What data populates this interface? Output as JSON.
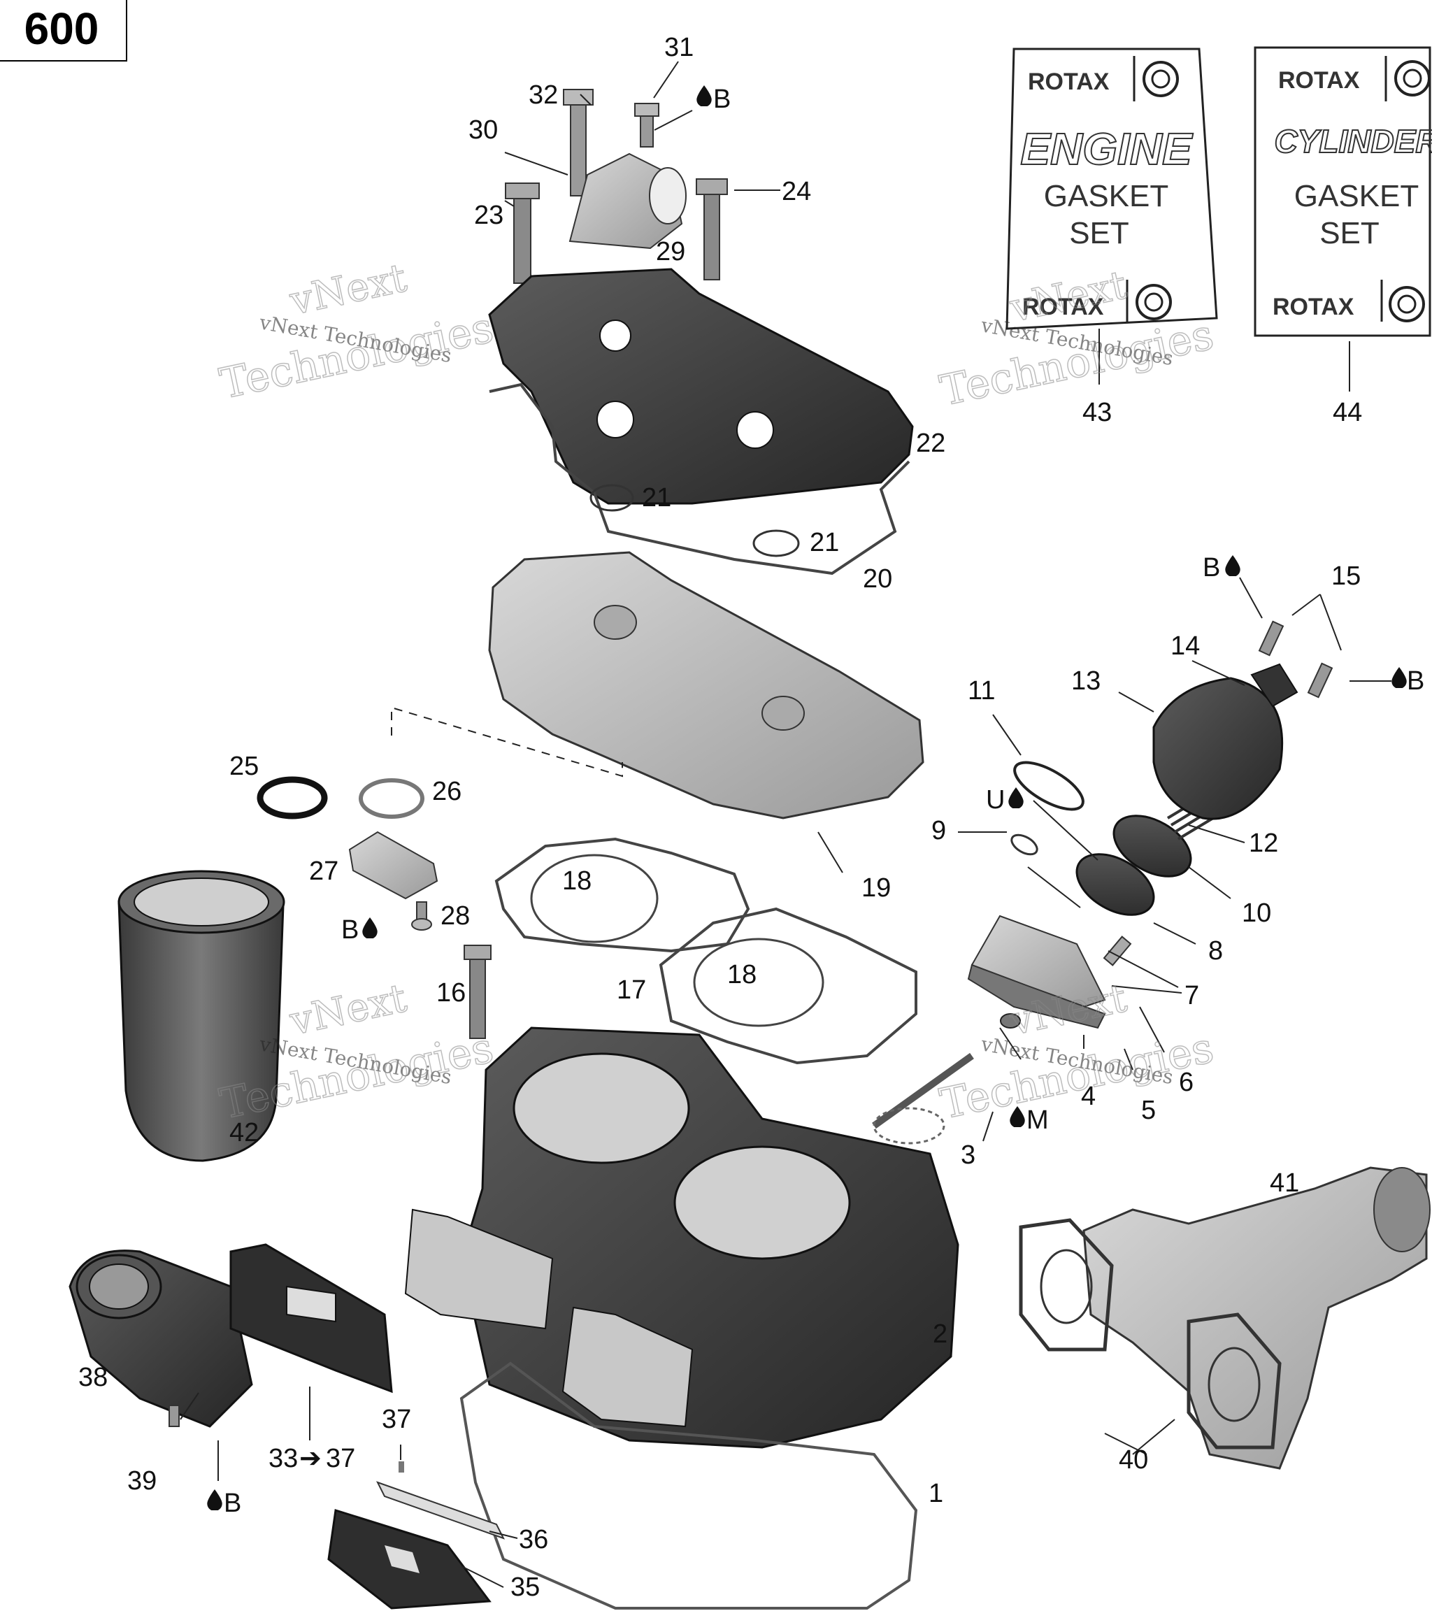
{
  "page_number": "600",
  "watermark": {
    "line_a": "vNext",
    "line_b": "Technologies",
    "small": "vNext Technologies"
  },
  "kits": {
    "engine": {
      "brand": "ROTAX",
      "line1": "ENGINE",
      "line2": "GASKET",
      "line3": "SET",
      "part": "43"
    },
    "cylinder": {
      "brand": "ROTAX",
      "line1": "CYLINDER",
      "line2": "GASKET",
      "line3": "SET",
      "part": "44"
    }
  },
  "lubricant_marks": {
    "B": "B",
    "U": "U",
    "M": "M"
  },
  "callouts": {
    "c1": "1",
    "c2": "2",
    "c3": "3",
    "c4": "4",
    "c5": "5",
    "c6": "6",
    "c7": "7",
    "c8": "8",
    "c9": "9",
    "c10": "10",
    "c11": "11",
    "c12": "12",
    "c13": "13",
    "c14": "14",
    "c15": "15",
    "c16": "16",
    "c17": "17",
    "c18a": "18",
    "c18b": "18",
    "c19": "19",
    "c20": "20",
    "c21a": "21",
    "c21b": "21",
    "c22": "22",
    "c23": "23",
    "c24": "24",
    "c25": "25",
    "c26": "26",
    "c27": "27",
    "c28": "28",
    "c29": "29",
    "c30": "30",
    "c31": "31",
    "c32": "32",
    "c33": "33",
    "c37": "37",
    "c35": "35",
    "c36": "36",
    "c37b": "37",
    "c38": "38",
    "c39": "39",
    "c40": "40",
    "c41": "41",
    "c42": "42"
  }
}
